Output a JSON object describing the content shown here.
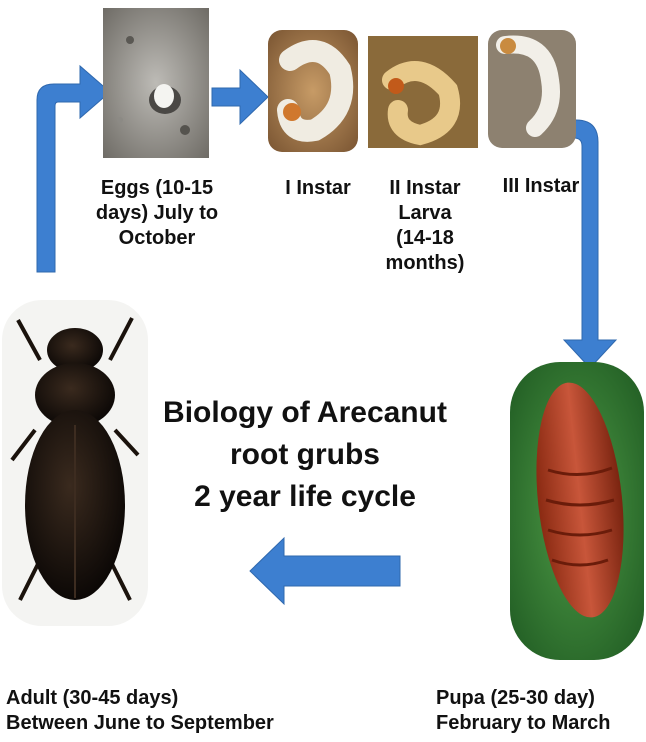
{
  "title_lines": [
    "Biology of Arecanut",
    "root grubs",
    "2 year life cycle"
  ],
  "stages": {
    "eggs": {
      "lines": [
        "Eggs (10-15",
        "days) July to",
        "October"
      ]
    },
    "instar1": {
      "lines": [
        "I Instar"
      ]
    },
    "instar2": {
      "lines": [
        "II Instar",
        "Larva",
        "(14-18",
        "months)"
      ]
    },
    "instar3": {
      "lines": [
        "III Instar"
      ]
    },
    "pupa": {
      "lines": [
        "Pupa (25-30 day)",
        "February to March"
      ]
    },
    "adult": {
      "lines": [
        "Adult (30-45 days)",
        "Between June to September"
      ]
    }
  },
  "colors": {
    "arrow": "#3d7fd0",
    "text": "#111111"
  }
}
